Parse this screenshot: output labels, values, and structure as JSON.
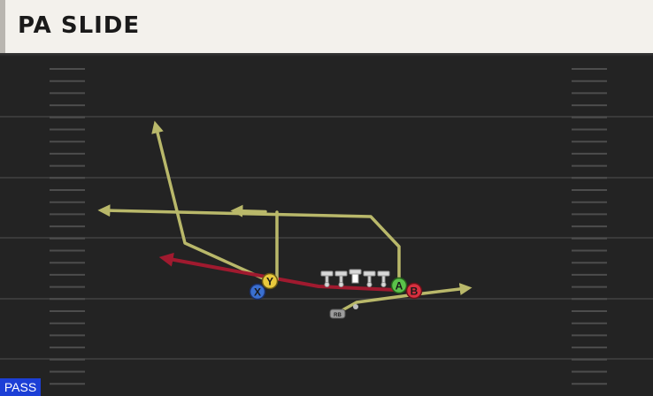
{
  "play": {
    "title": "PA SLIDE",
    "type_badge": "PASS"
  },
  "players": {
    "x": "X",
    "y": "Y",
    "a": "A",
    "b": "B",
    "rb": "RB"
  },
  "colors": {
    "field": "#232323",
    "yard_line": "#3a3a3a",
    "hash": "#4d4d4d",
    "route_yellow": "#b9b86a",
    "route_red": "#a01a2f",
    "x_button": "#3a6fd0",
    "y_button": "#e9c93d",
    "a_button": "#5bc24a",
    "b_button": "#d7303f",
    "badge": "#1c3fd6"
  }
}
